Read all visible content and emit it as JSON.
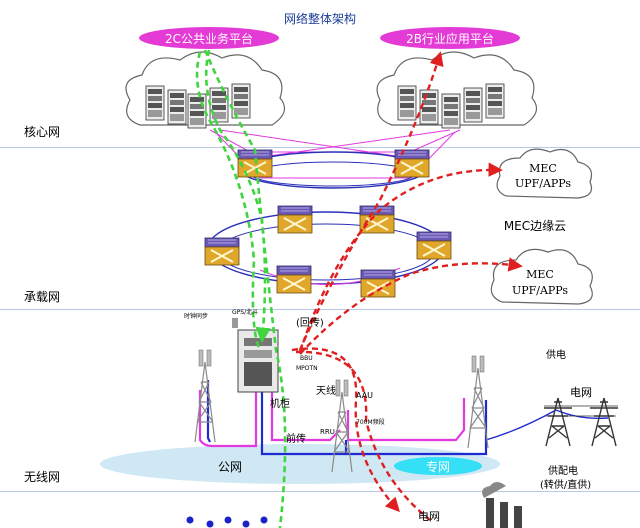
{
  "title": "网络整体架构",
  "platforms": {
    "two_c": "2C公共业务平台",
    "two_b": "2B行业应用平台"
  },
  "layers": {
    "core": "核心网",
    "bearer": "承载网",
    "wireless": "无线网"
  },
  "mec": {
    "top_line1": "MEC",
    "top_line2": "UPF/APPs",
    "edge_cloud": "MEC边缘云",
    "bottom_line1": "MEC",
    "bottom_line2": "UPF/APPs"
  },
  "wireless": {
    "clock_sync": "时钟同步",
    "gps_beidou": "GPS/北斗",
    "backhaul": "(回传)",
    "bbu": "BBU",
    "mpotn": "MPOTN",
    "cabinet": "机柜",
    "antenna": "天线",
    "aau": "AAU",
    "rru": "RRU",
    "band_700m": "700M频段",
    "fronthaul": "前传",
    "public_net": "公网",
    "private_net": "专网",
    "power_supply": "供电",
    "grid": "电网",
    "distribution": "供配电",
    "distribution_mode": "(转供/直供)",
    "grid_bottom": "电网"
  },
  "colors": {
    "title": "#1b3d9a",
    "band_border": "#b9c7e6",
    "platform_ellipse": "#e43ad6",
    "platform_text": "#ffffff",
    "green_link": "#3fd53f",
    "red_link": "#e02020",
    "ring": "#2b2fb8",
    "fiber_blue": "#1f2bd0",
    "fiber_magenta": "#e23ae0",
    "private_net": "#35dff5",
    "ground": "#cfe8f4"
  }
}
